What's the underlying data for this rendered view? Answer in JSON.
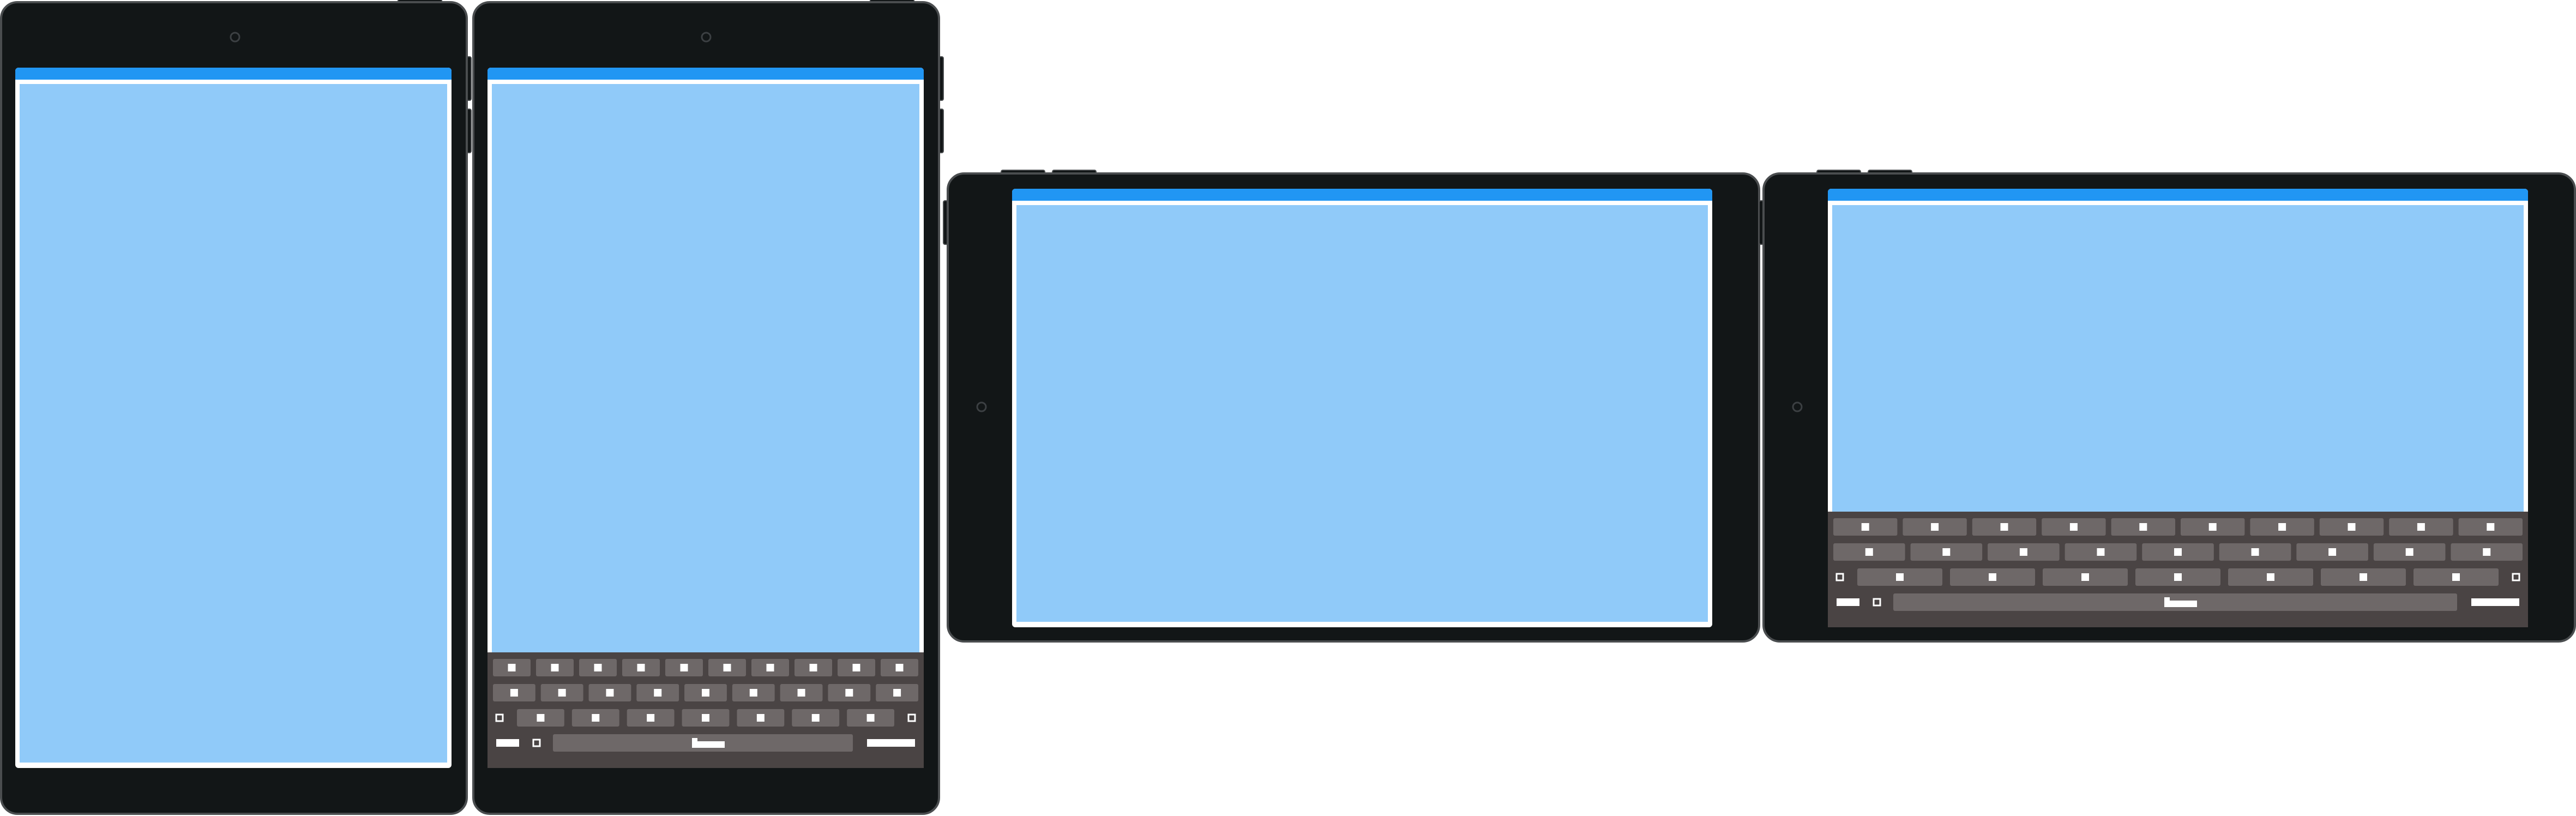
{
  "colors": {
    "device_body": "#121617",
    "device_outline": "#4a4d4f",
    "status_bar": "#2196f3",
    "screen_bezel": "#ffffff",
    "screen_content": "#90caf9",
    "keyboard_bg": "#4a4444",
    "key": "#6e6868",
    "key_glyph": "#ffffff"
  },
  "devices": [
    {
      "name": "tablet-portrait",
      "orientation": "portrait",
      "keyboard_visible": false
    },
    {
      "name": "tablet-portrait-keyboard",
      "orientation": "portrait",
      "keyboard_visible": true
    },
    {
      "name": "tablet-landscape",
      "orientation": "landscape",
      "keyboard_visible": false
    },
    {
      "name": "tablet-landscape-keyboard",
      "orientation": "landscape",
      "keyboard_visible": true
    }
  ],
  "keyboard": {
    "row_key_counts": [
      10,
      9,
      7
    ],
    "row3_edge_keys": 2,
    "bottom_row": [
      "left-key",
      "small-key",
      "space-bar",
      "right-key"
    ]
  }
}
